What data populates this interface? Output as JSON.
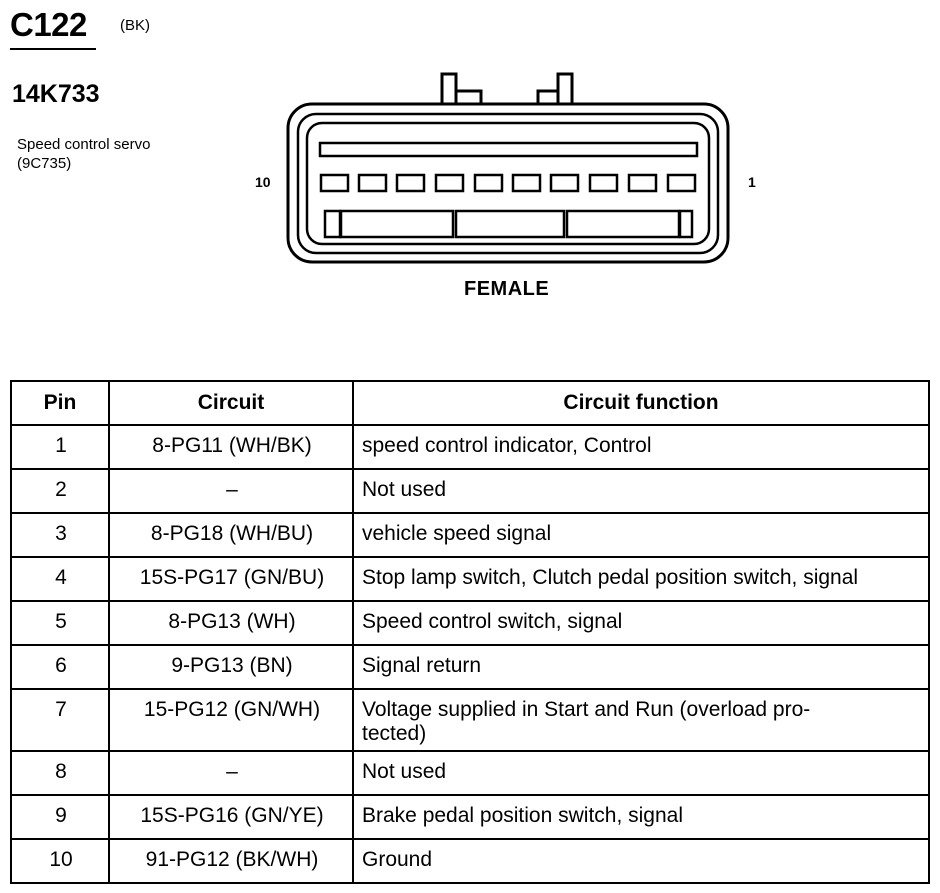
{
  "connector": {
    "id": "C122",
    "color": "(BK)",
    "part_number": "14K733",
    "description_line1": "Speed control servo",
    "description_line2": "(9C735)",
    "pin_left_label": "10",
    "pin_right_label": "1",
    "gender": "FEMALE"
  },
  "table": {
    "headers": {
      "pin": "Pin",
      "circuit": "Circuit",
      "function": "Circuit function"
    },
    "rows": [
      {
        "pin": "1",
        "circuit": "8-PG11 (WH/BK)",
        "function": "speed control indicator, Control"
      },
      {
        "pin": "2",
        "circuit": "–",
        "function": "Not used"
      },
      {
        "pin": "3",
        "circuit": "8-PG18 (WH/BU)",
        "function": "vehicle speed signal"
      },
      {
        "pin": "4",
        "circuit": "15S-PG17 (GN/BU)",
        "function": "Stop lamp switch, Clutch pedal position switch, signal"
      },
      {
        "pin": "5",
        "circuit": "8-PG13 (WH)",
        "function": "Speed control switch, signal"
      },
      {
        "pin": "6",
        "circuit": "9-PG13 (BN)",
        "function": "Signal return"
      },
      {
        "pin": "7",
        "circuit": "15-PG12 (GN/WH)",
        "function": "Voltage supplied in Start and Run (overload pro-",
        "function_cont": "tected)"
      },
      {
        "pin": "8",
        "circuit": "–",
        "function": "Not used"
      },
      {
        "pin": "9",
        "circuit": "15S-PG16 (GN/YE)",
        "function": "Brake pedal position switch, signal"
      },
      {
        "pin": "10",
        "circuit": "91-PG12 (BK/WH)",
        "function": "Ground"
      }
    ]
  }
}
